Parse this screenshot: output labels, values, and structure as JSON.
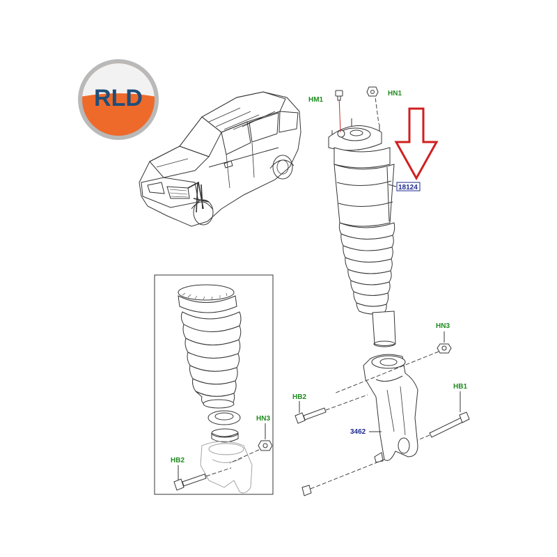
{
  "logo": {
    "text": "RLD",
    "colors": {
      "ring": "#b9b9b9",
      "top": "#f2f2f2",
      "bottom": "#ee6a2b",
      "text": "#1f4e79"
    }
  },
  "arrow": {
    "color": "#d01f1f",
    "icon": "down-arrow-outline-icon"
  },
  "labels": {
    "hm1": "HM1",
    "hn1": "HN1",
    "part_air_strut": "18124",
    "hn3_main": "HN3",
    "hb1": "HB1",
    "hb2_main": "HB2",
    "part_knuckle": "3462",
    "hn3_inset": "HN3",
    "hb2_inset": "HB2"
  },
  "colors": {
    "callout_green": "#1f8a1f",
    "callout_blue": "#1d2a8f",
    "line": "#333333"
  }
}
